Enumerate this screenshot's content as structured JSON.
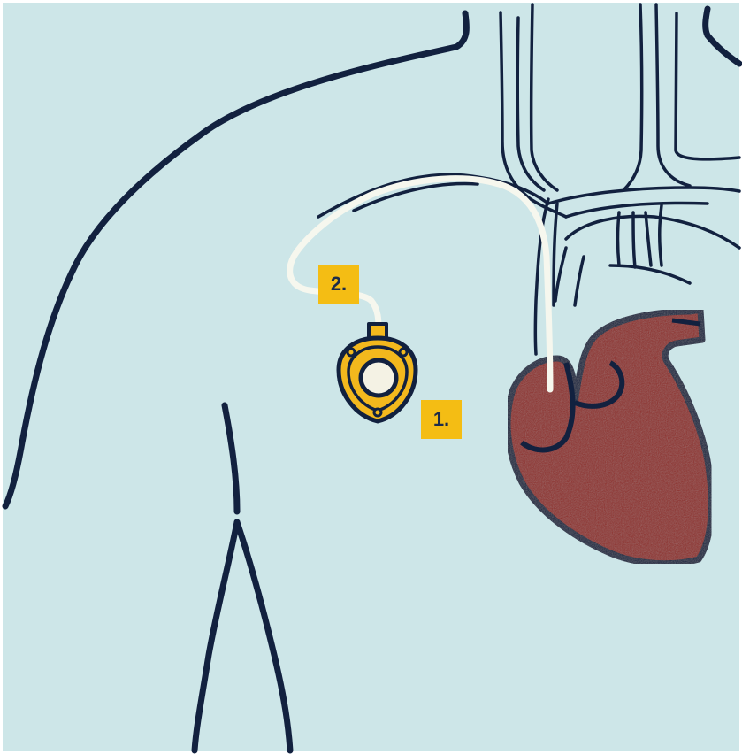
{
  "labels": {
    "port": "1.",
    "catheter": "2."
  },
  "colors": {
    "background": "#cde6e8",
    "outline": "#12213f",
    "heart": "#8e2f2c",
    "port": "#f3b81d",
    "catheter": "#f6f7ee",
    "label_box": "#f4bd14"
  },
  "icons": {
    "port": "implanted-port-icon",
    "heart": "heart-icon",
    "body": "torso-outline"
  }
}
